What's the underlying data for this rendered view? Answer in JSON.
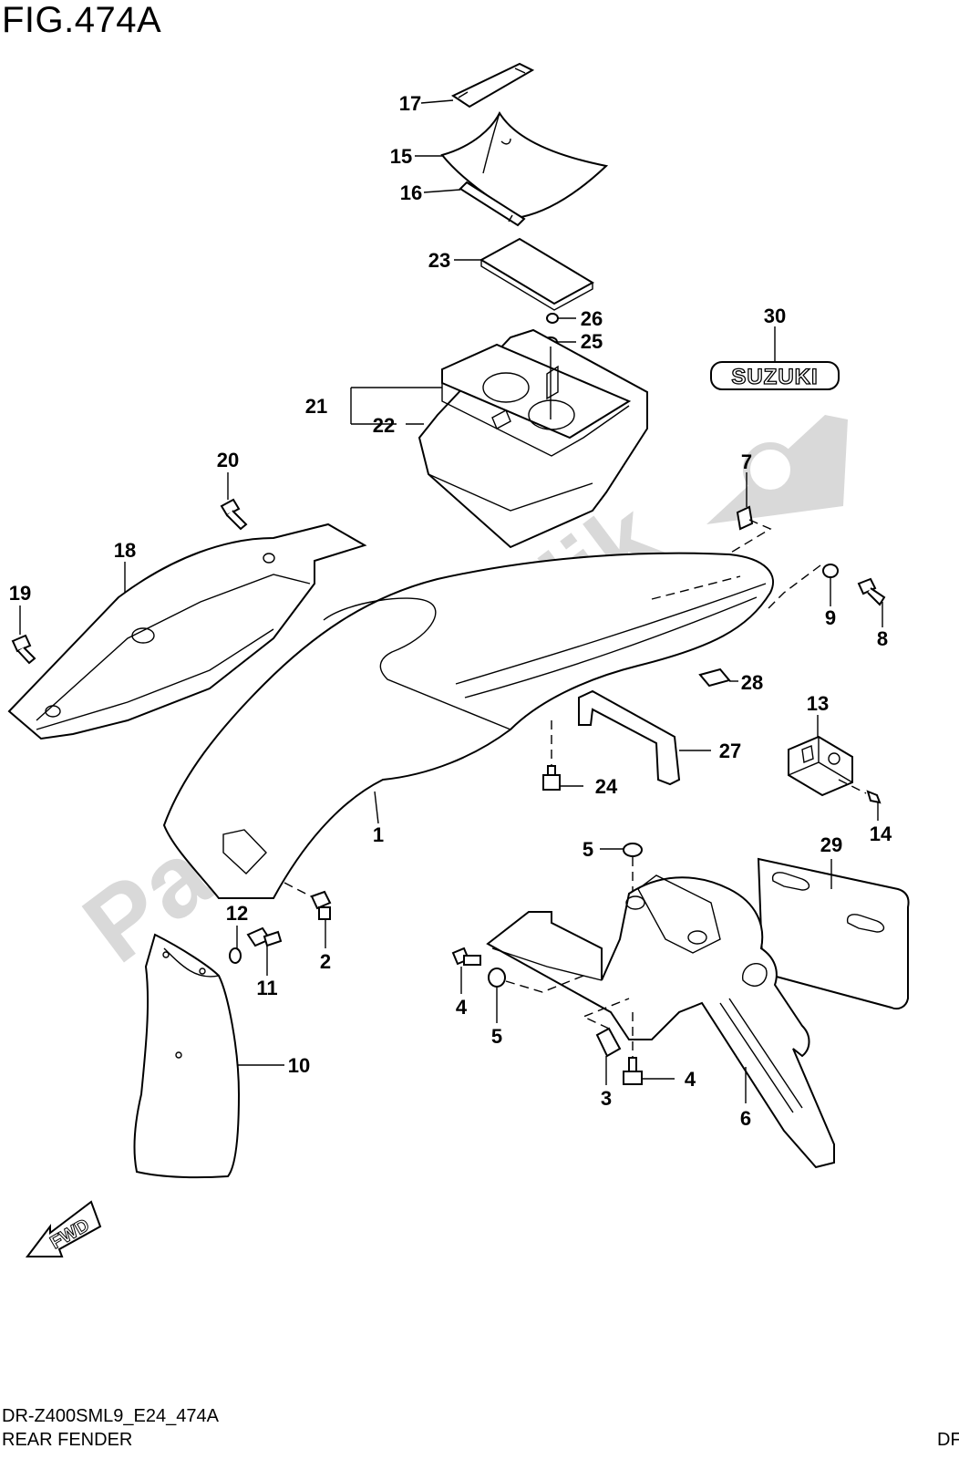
{
  "figure": {
    "title": "FIG.474A",
    "model_code": "DR-Z400SML9_E24_474A",
    "section_name": "REAR FENDER",
    "corner_code": "DF"
  },
  "watermark": {
    "text": "PartsRepublik"
  },
  "parts": {
    "p1": "1",
    "p2": "2",
    "p3": "3",
    "p4a": "4",
    "p4b": "4",
    "p5a": "5",
    "p5b": "5",
    "p6": "6",
    "p7": "7",
    "p8": "8",
    "p9": "9",
    "p10": "10",
    "p11": "11",
    "p12": "12",
    "p13": "13",
    "p14": "14",
    "p15": "15",
    "p16": "16",
    "p17": "17",
    "p18": "18",
    "p19": "19",
    "p20": "20",
    "p21": "21",
    "p22": "22",
    "p23": "23",
    "p24": "24",
    "p25": "25",
    "p26": "26",
    "p27": "27",
    "p28": "28",
    "p29": "29",
    "p30": "30"
  },
  "emblem": {
    "text": "SUZUKI"
  },
  "fwd_arrow": {
    "text": "FWD"
  },
  "colors": {
    "line": "#000000",
    "watermark": "#d9d9d9",
    "background": "#ffffff"
  }
}
